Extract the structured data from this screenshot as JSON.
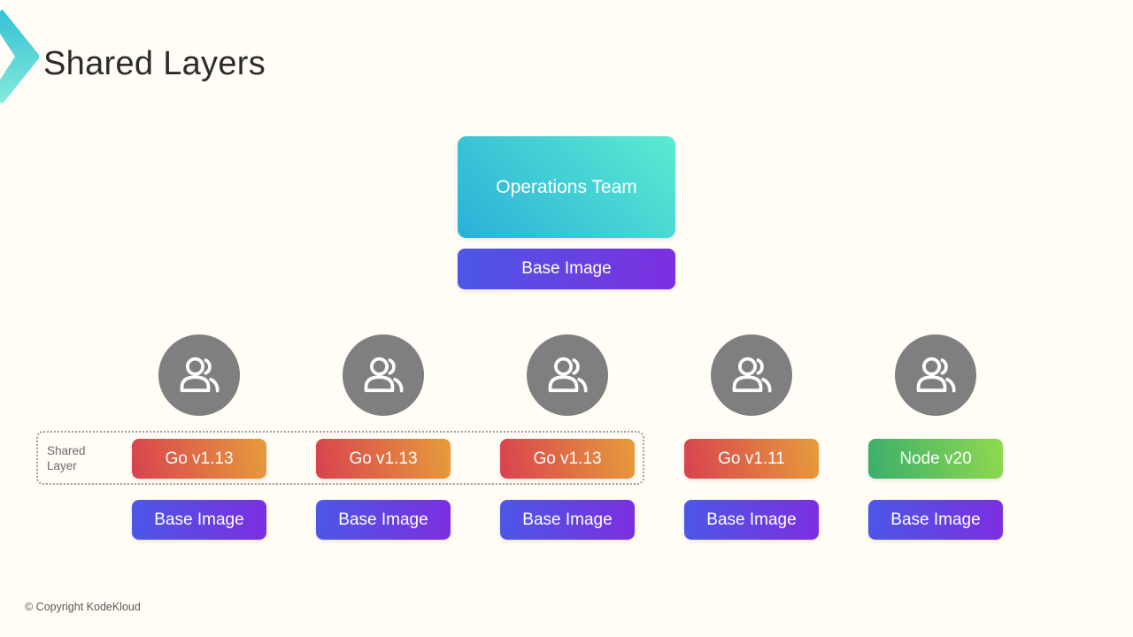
{
  "page": {
    "title": "Shared Layers",
    "copyright": "© Copyright KodeKloud"
  },
  "colors": {
    "background": "#fffdf5",
    "ops_gradient": [
      "#2ab0d9",
      "#5becd0"
    ],
    "base_image_gradient": [
      "#4b58e6",
      "#7d2ee0"
    ],
    "go_gradient": [
      "#d8424f",
      "#e69c3b"
    ],
    "node_gradient": [
      "#3bae6c",
      "#90d94e"
    ],
    "avatar_gray": "#7f7f7f",
    "logo_gradient": [
      "#35c0d8",
      "#84ecd9"
    ],
    "title_text": "#2b2b2b",
    "shared_label_text": "#6b6b6b"
  },
  "diagram": {
    "root_team": "Operations Team",
    "root_base": "Base Image",
    "shared_layer": {
      "line1": "Shared",
      "line2": "Layer"
    },
    "columns": [
      {
        "icon": "users-icon",
        "tech": "Go v1.13",
        "variant": "red",
        "base": "Base Image",
        "in_shared_group": true
      },
      {
        "icon": "users-icon",
        "tech": "Go v1.13",
        "variant": "red",
        "base": "Base Image",
        "in_shared_group": true
      },
      {
        "icon": "users-icon",
        "tech": "Go v1.13",
        "variant": "red",
        "base": "Base Image",
        "in_shared_group": true
      },
      {
        "icon": "users-icon",
        "tech": "Go v1.11",
        "variant": "red",
        "base": "Base Image",
        "in_shared_group": false
      },
      {
        "icon": "users-icon",
        "tech": "Node v20",
        "variant": "green",
        "base": "Base Image",
        "in_shared_group": false
      }
    ]
  }
}
